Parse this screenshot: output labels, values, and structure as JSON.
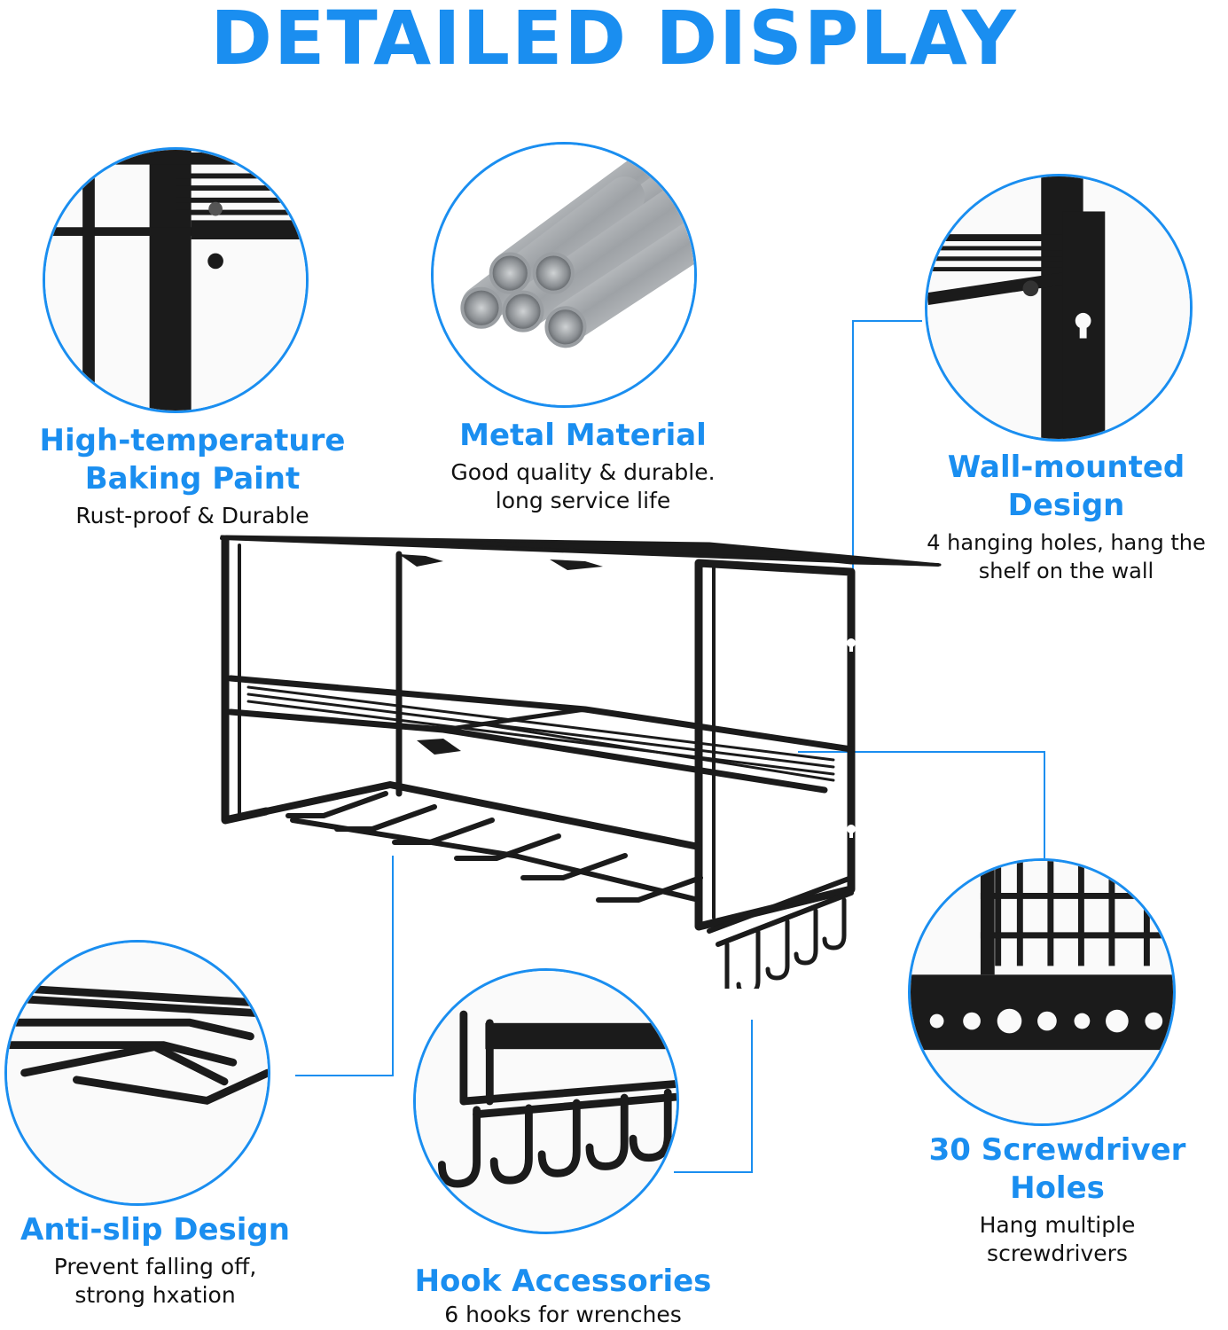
{
  "title": "DETAILED DISPLAY",
  "colors": {
    "accent": "#1a8ef0",
    "metal": "#1b1b1b",
    "steel": "#b9bcbf"
  },
  "features": [
    {
      "heading_lines": [
        "High-temperature",
        "Baking Paint"
      ],
      "desc_lines": [
        "Rust-proof & Durable"
      ],
      "icon": "shelf-corner-closeup"
    },
    {
      "heading_lines": [
        "Metal Material"
      ],
      "desc_lines": [
        "Good quality & durable.",
        "long service life"
      ],
      "icon": "steel-tubes"
    },
    {
      "heading_lines": [
        "Wall-mounted",
        "Design"
      ],
      "desc_lines": [
        "4 hanging holes, hang the",
        "shelf on the wall"
      ],
      "icon": "keyhole-bracket-closeup"
    },
    {
      "heading_lines": [
        "Anti-slip Design"
      ],
      "desc_lines": [
        "Prevent falling off,",
        "strong hxation"
      ],
      "icon": "tool-slot-closeup"
    },
    {
      "heading_lines": [
        "Hook Accessories"
      ],
      "desc_lines": [
        "6 hooks for wrenches"
      ],
      "icon": "hooks-closeup"
    },
    {
      "heading_lines": [
        "30 Screwdriver",
        "Holes"
      ],
      "desc_lines": [
        "Hang multiple",
        "screwdrivers"
      ],
      "icon": "screwdriver-holes-closeup"
    }
  ]
}
